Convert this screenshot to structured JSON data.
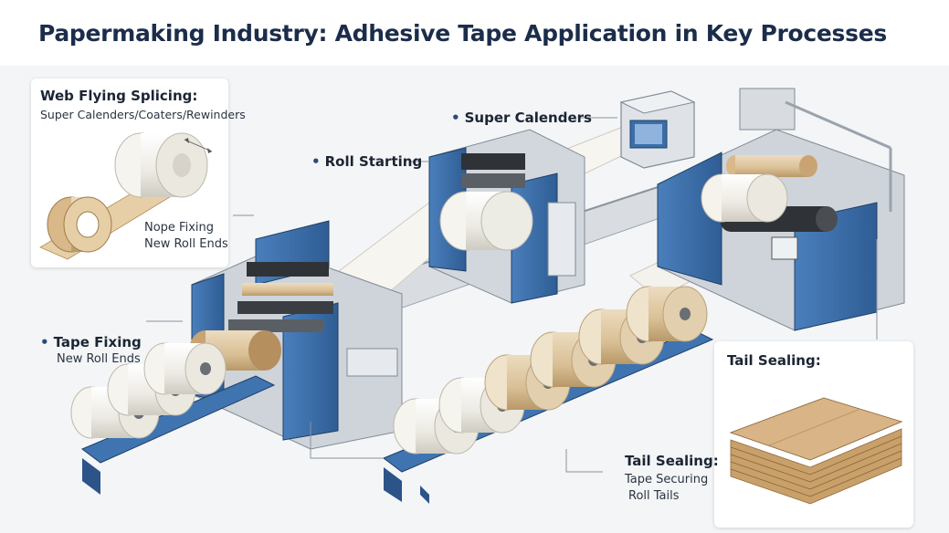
{
  "page": {
    "title": "Papermaking Industry: Adhesive Tape Application in Key Processes"
  },
  "callouts": {
    "web_splicing": {
      "title": "Web Flying Splicing:",
      "subtitle": "Super Calenders/Coaters/Rewinders",
      "note_line1": "Nope Fixing",
      "note_line2": "New Roll Ends"
    },
    "super_calenders": {
      "bullet": "•",
      "title": "Super Calenders"
    },
    "roll_starting": {
      "bullet": "•",
      "title": "Roll Starting"
    },
    "tape_fixing": {
      "bullet": "•",
      "title": "Tape Fixing",
      "subtitle": "New Roll Ends"
    },
    "tail_sealing_card": {
      "title": "Tail Sealing:"
    },
    "tail_sealing_bottom": {
      "title": "Tail Sealing:",
      "line1": "Tape Securing",
      "line2": "Roll Tails"
    }
  },
  "colors": {
    "machine_blue": "#3f74b0",
    "machine_dark": "#2c5489",
    "frame_grey": "#c9cfd6",
    "paper_white": "#f6f4ee",
    "kraft": "#d9b88a",
    "roller_dark": "#2f3337"
  }
}
